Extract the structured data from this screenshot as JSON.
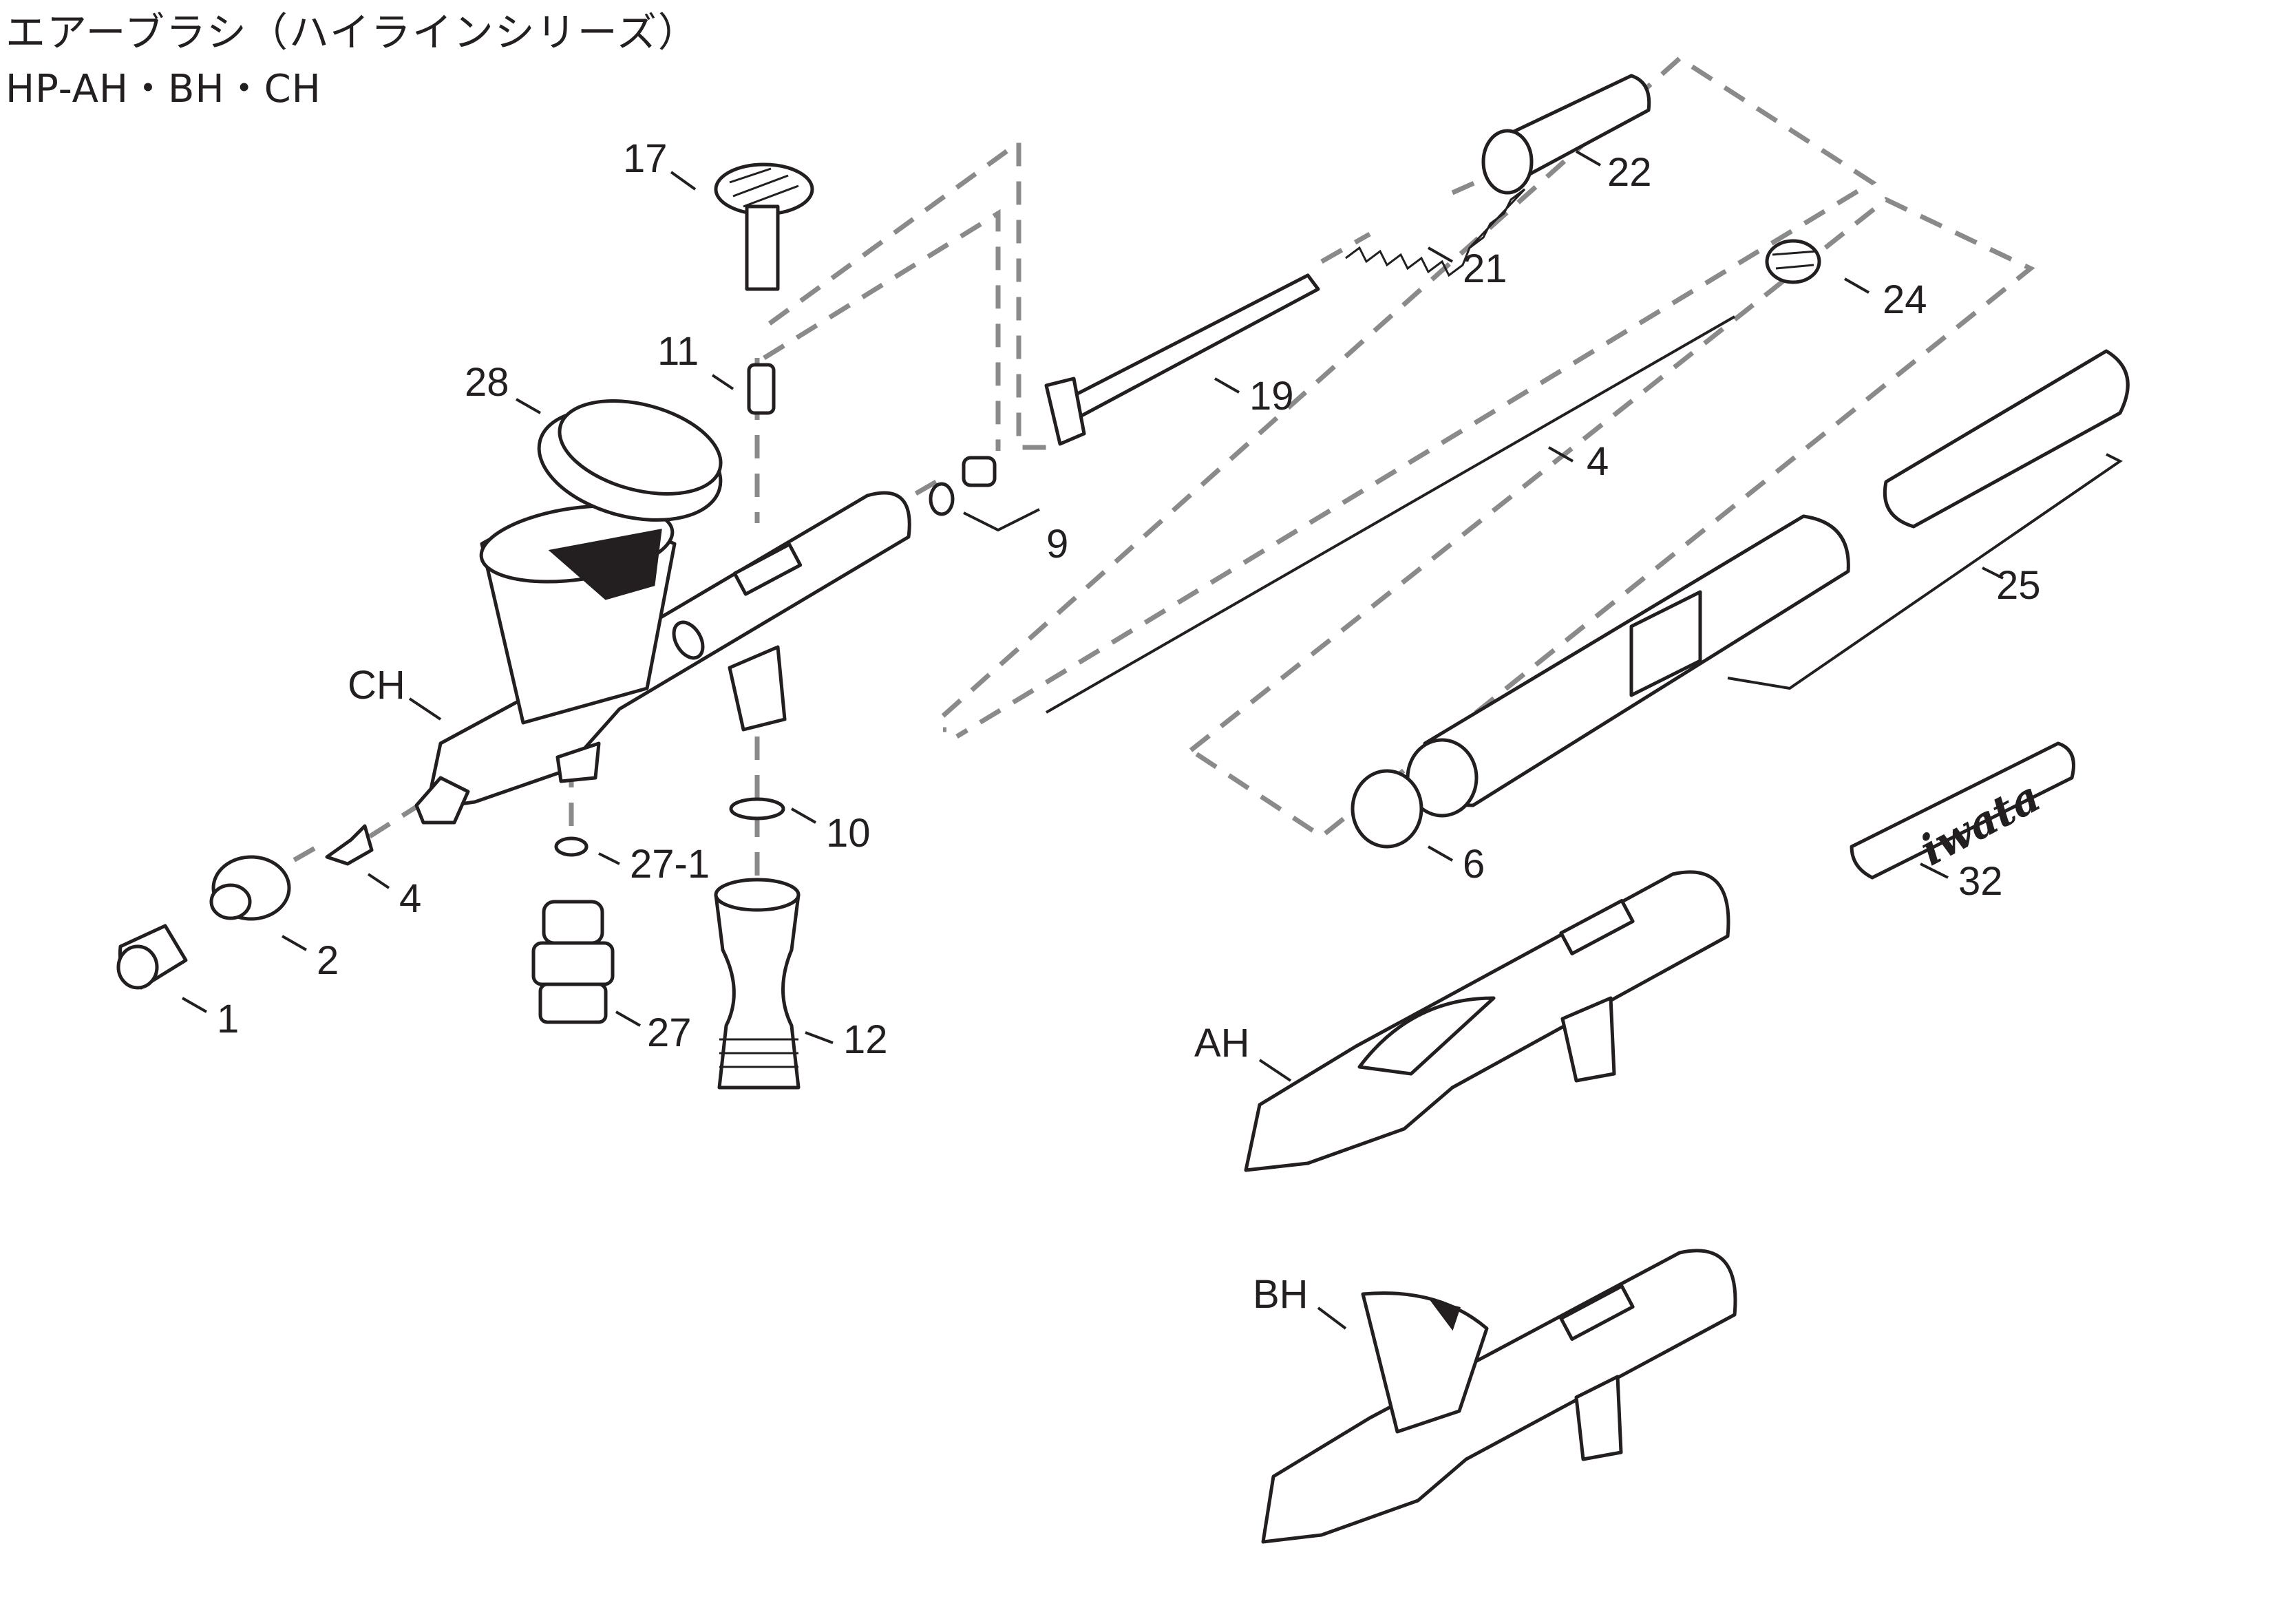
{
  "header": {
    "title": "エアーブラシ（ハイラインシリーズ）",
    "models": "HP-AH・BH・CH"
  },
  "diagram": {
    "variants": [
      "CH",
      "AH",
      "BH"
    ],
    "parts": [
      "1",
      "2",
      "4",
      "6",
      "9",
      "10",
      "11",
      "12",
      "17",
      "19",
      "21",
      "22",
      "24",
      "25",
      "27",
      "27-1",
      "28",
      "32"
    ],
    "duplicate_part": "4",
    "wrench_brand": "iwata"
  },
  "colors": {
    "ink": "#231f20",
    "leader_dash": "#8a8a8a",
    "background": "#ffffff"
  }
}
